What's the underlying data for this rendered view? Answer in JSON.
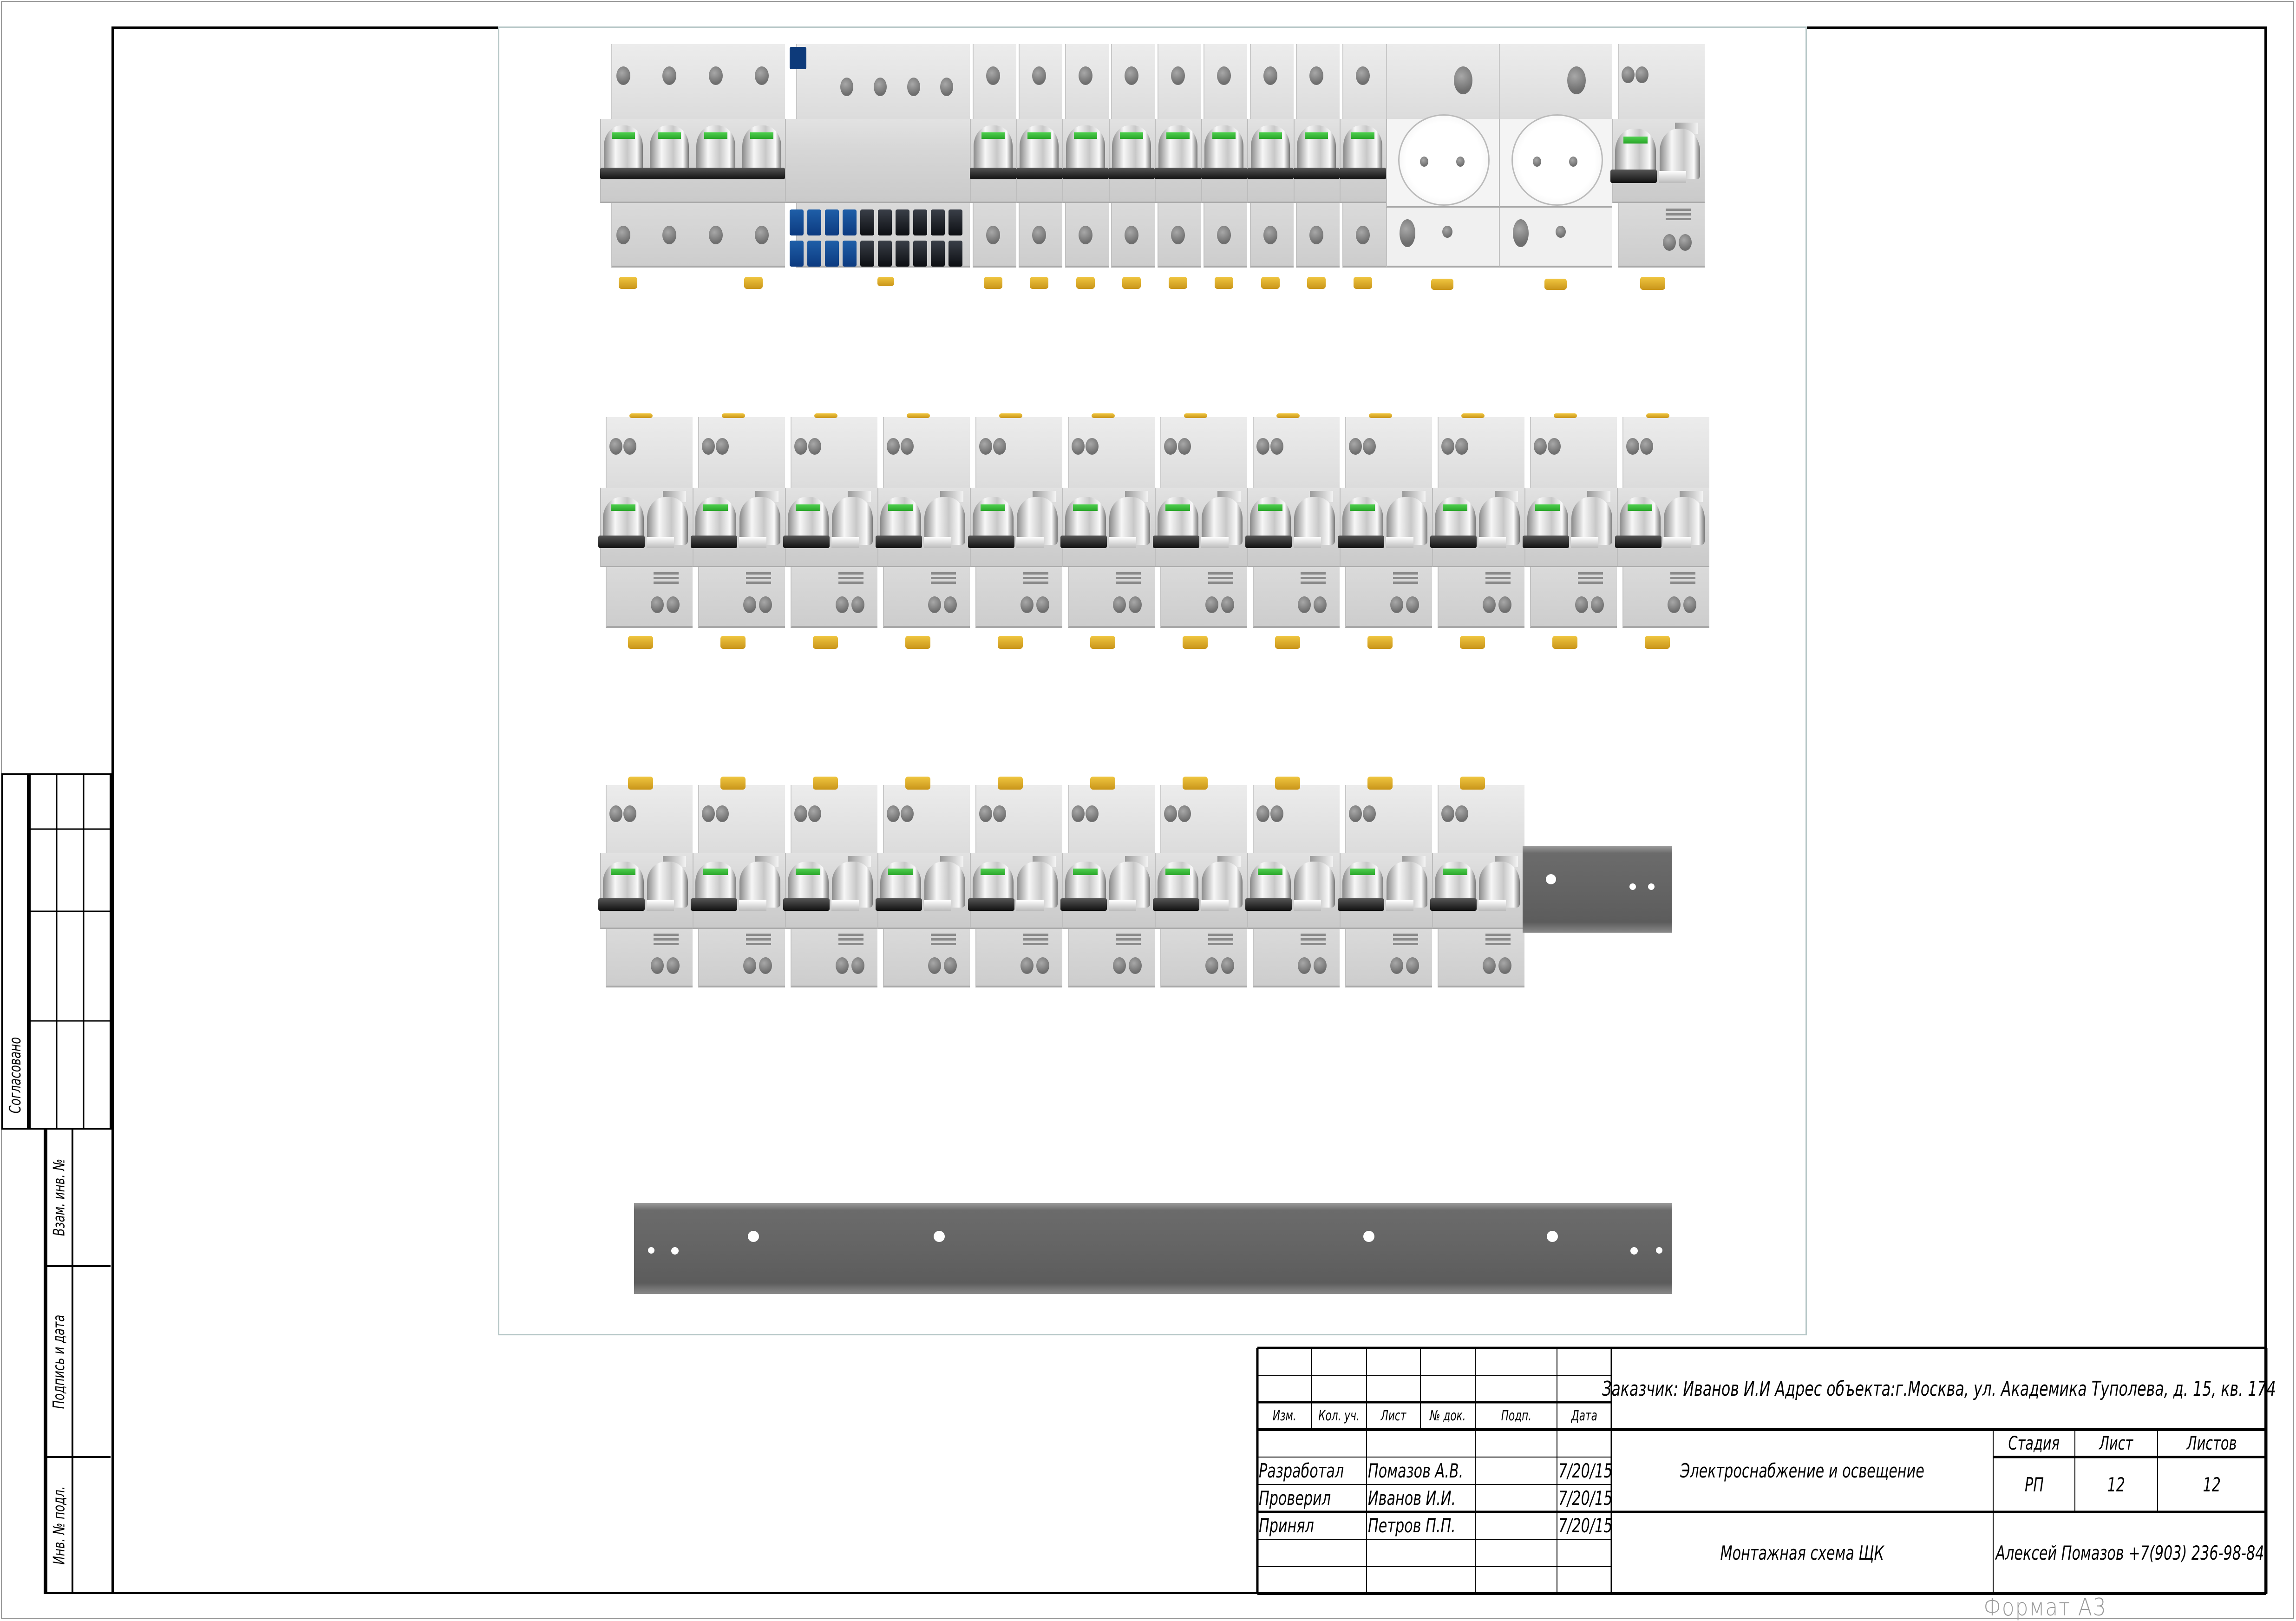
{
  "drawing": {
    "rows": [
      {
        "name": "row-1",
        "modules": [
          "breaker-4p",
          "terminal-block",
          "breaker-1p",
          "breaker-1p",
          "breaker-1p",
          "breaker-1p",
          "breaker-1p",
          "breaker-1p",
          "breaker-1p",
          "breaker-1p",
          "breaker-1p",
          "din-socket",
          "din-socket",
          "rcbo"
        ]
      },
      {
        "name": "row-2",
        "modules": [
          "rcbo",
          "rcbo",
          "rcbo",
          "rcbo",
          "rcbo",
          "rcbo",
          "rcbo",
          "rcbo",
          "rcbo",
          "rcbo",
          "rcbo",
          "rcbo"
        ]
      },
      {
        "name": "row-3",
        "modules": [
          "rcbo",
          "rcbo",
          "rcbo",
          "rcbo",
          "rcbo",
          "rcbo",
          "rcbo",
          "rcbo",
          "rcbo",
          "rcbo"
        ]
      }
    ],
    "colors": {
      "green": "#2aa52a",
      "clip": "#e0b030",
      "rail": "#666666",
      "terminal_blue": "#1f5fa8"
    }
  },
  "stamp": {
    "agreed": "Согласовано",
    "replaced_inv": "Взам. инв. №",
    "signature_date": "Подпись и дата",
    "inv_original": "Инв. № подл."
  },
  "title_block": {
    "customer": "Заказчик: Иванов И.И Адрес объекта:г.Москва, ул. Академика Туполева, д. 15, кв. 174",
    "headers": [
      "Изм.",
      "Кол. уч.",
      "Лист",
      "№ док.",
      "Подп.",
      "Дата"
    ],
    "signers": [
      {
        "role": "Разработал",
        "name": "Помазов А.В.",
        "date": "7/20/15"
      },
      {
        "role": "Проверил",
        "name": "Иванов И.И.",
        "date": "7/20/15"
      },
      {
        "role": "Принял",
        "name": "Петров П.П.",
        "date": "7/20/15"
      }
    ],
    "project": "Электроснабжение и освещение",
    "sheet_title": "Монтажная схема ЩК",
    "stage_label": "Стадия",
    "sheet_label": "Лист",
    "sheets_label": "Листов",
    "stage": "РП",
    "sheet": "12",
    "sheets": "12",
    "author": "Алексей Помазов +7(903) 236-98-84"
  },
  "format_label": "Формат  А3"
}
